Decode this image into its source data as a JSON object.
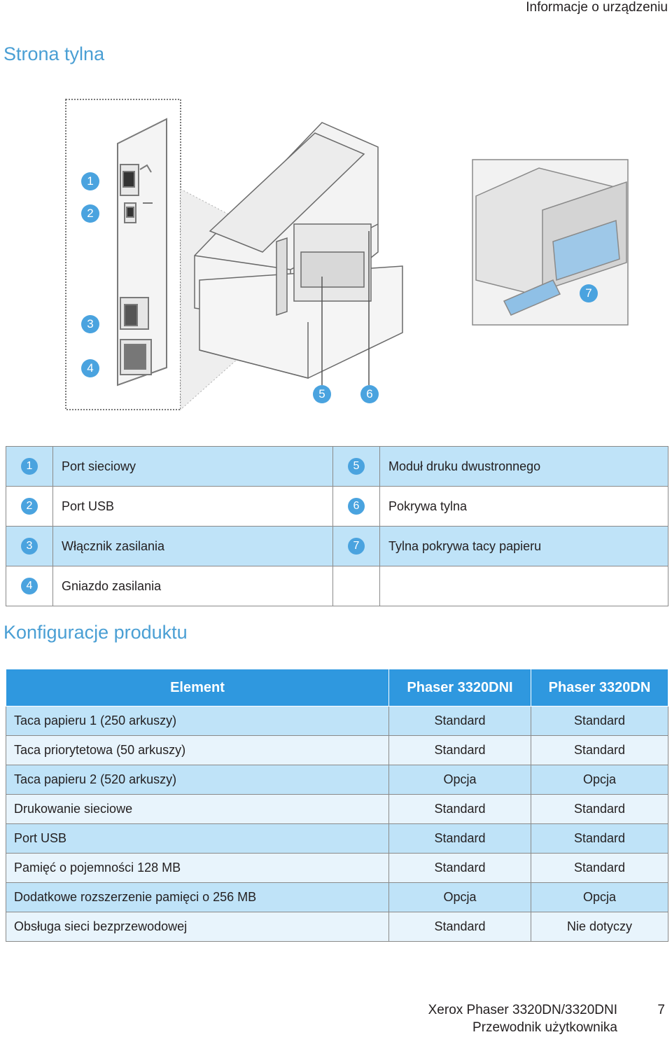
{
  "header": {
    "section": "Informacje o urządzeniu"
  },
  "section1_title": "Strona tylna",
  "figure_markers": [
    "1",
    "2",
    "3",
    "4",
    "5",
    "6",
    "7"
  ],
  "legend": {
    "rows": [
      {
        "left_num": "1",
        "left_text": "Port sieciowy",
        "right_num": "5",
        "right_text": "Moduł druku dwustronnego"
      },
      {
        "left_num": "2",
        "left_text": "Port USB",
        "right_num": "6",
        "right_text": "Pokrywa tylna"
      },
      {
        "left_num": "3",
        "left_text": "Włącznik zasilania",
        "right_num": "7",
        "right_text": "Tylna pokrywa tacy papieru"
      },
      {
        "left_num": "4",
        "left_text": "Gniazdo zasilania",
        "right_num": "",
        "right_text": ""
      }
    ]
  },
  "section2_title": "Konfiguracje produktu",
  "config": {
    "headers": [
      "Element",
      "Phaser 3320DNI",
      "Phaser 3320DN"
    ],
    "rows": [
      [
        "Taca papieru 1 (250 arkuszy)",
        "Standard",
        "Standard"
      ],
      [
        "Taca priorytetowa (50 arkuszy)",
        "Standard",
        "Standard"
      ],
      [
        "Taca papieru 2 (520 arkuszy)",
        "Opcja",
        "Opcja"
      ],
      [
        "Drukowanie sieciowe",
        "Standard",
        "Standard"
      ],
      [
        "Port USB",
        "Standard",
        "Standard"
      ],
      [
        "Pamięć o pojemności 128 MB",
        "Standard",
        "Standard"
      ],
      [
        "Dodatkowe rozszerzenie pamięci o 256 MB",
        "Opcja",
        "Opcja"
      ],
      [
        "Obsługa sieci bezprzewodowej",
        "Standard",
        "Nie dotyczy"
      ]
    ]
  },
  "footer": {
    "product": "Xerox Phaser 3320DN/3320DNI",
    "guide": "Przewodnik użytkownika",
    "page_number": "7"
  },
  "colors": {
    "accent": "#4aa3df",
    "header_blue": "#2f98df",
    "row_blue": "#bfe3f8",
    "row_light": "#e8f4fc"
  }
}
